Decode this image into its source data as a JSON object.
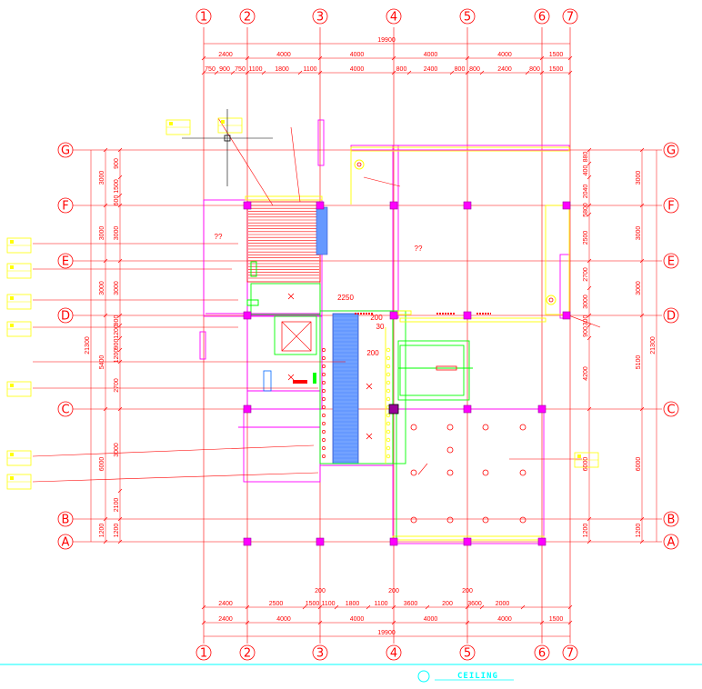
{
  "drawing": {
    "title": "CEILING",
    "colors": {
      "axis": "#ff0000",
      "column": "#ff00ff",
      "wall": "#ff00ff",
      "fixture": "#ffff00",
      "duct": "#00ff00",
      "shaft": "#6699ff",
      "title": "#00ffff"
    },
    "columns_grid": [
      "1",
      "2",
      "3",
      "4",
      "5",
      "6",
      "7"
    ],
    "rows_grid": [
      "G",
      "F",
      "E",
      "D",
      "C",
      "B",
      "A"
    ],
    "top_dims": {
      "total": "19900",
      "row1": [
        "2400",
        "4000",
        "4000",
        "4000",
        "4000",
        "1500"
      ],
      "row2": [
        "750",
        "900",
        "750",
        "1100",
        "1800",
        "1100",
        "4000",
        "800",
        "2400",
        "800",
        "800",
        "2400",
        "800",
        "1500"
      ]
    },
    "bottom_dims": {
      "total": "19900",
      "row1": [
        "2400",
        "2500",
        "1500",
        "1100",
        "1800",
        "1100",
        "3600",
        "200",
        "3600",
        "2000"
      ],
      "row2": [
        "2400",
        "4000",
        "4000",
        "4000",
        "4000",
        "1500"
      ],
      "marks": [
        "200",
        "200",
        "200"
      ]
    },
    "left_dims": {
      "total": "21300",
      "outer": [
        "3000",
        "3000",
        "3000",
        "5400",
        "6000",
        "1200"
      ],
      "inner": [
        "900",
        "1500",
        "600",
        "3000",
        "3000",
        "900",
        "1200",
        "900",
        "1200",
        "2700",
        "3000",
        "2100",
        "1200"
      ]
    },
    "right_dims": {
      "total": "21300",
      "outer": [
        "3000",
        "3000",
        "3000",
        "5100",
        "6000",
        "1200"
      ],
      "inner": [
        "880",
        "400",
        "2040",
        "5800",
        "2500",
        "2700",
        "3000",
        "300",
        "900",
        "4200",
        "6000",
        "1200"
      ]
    },
    "notes": [
      "2250",
      "200",
      "200",
      "30",
      "??",
      "??"
    ]
  }
}
